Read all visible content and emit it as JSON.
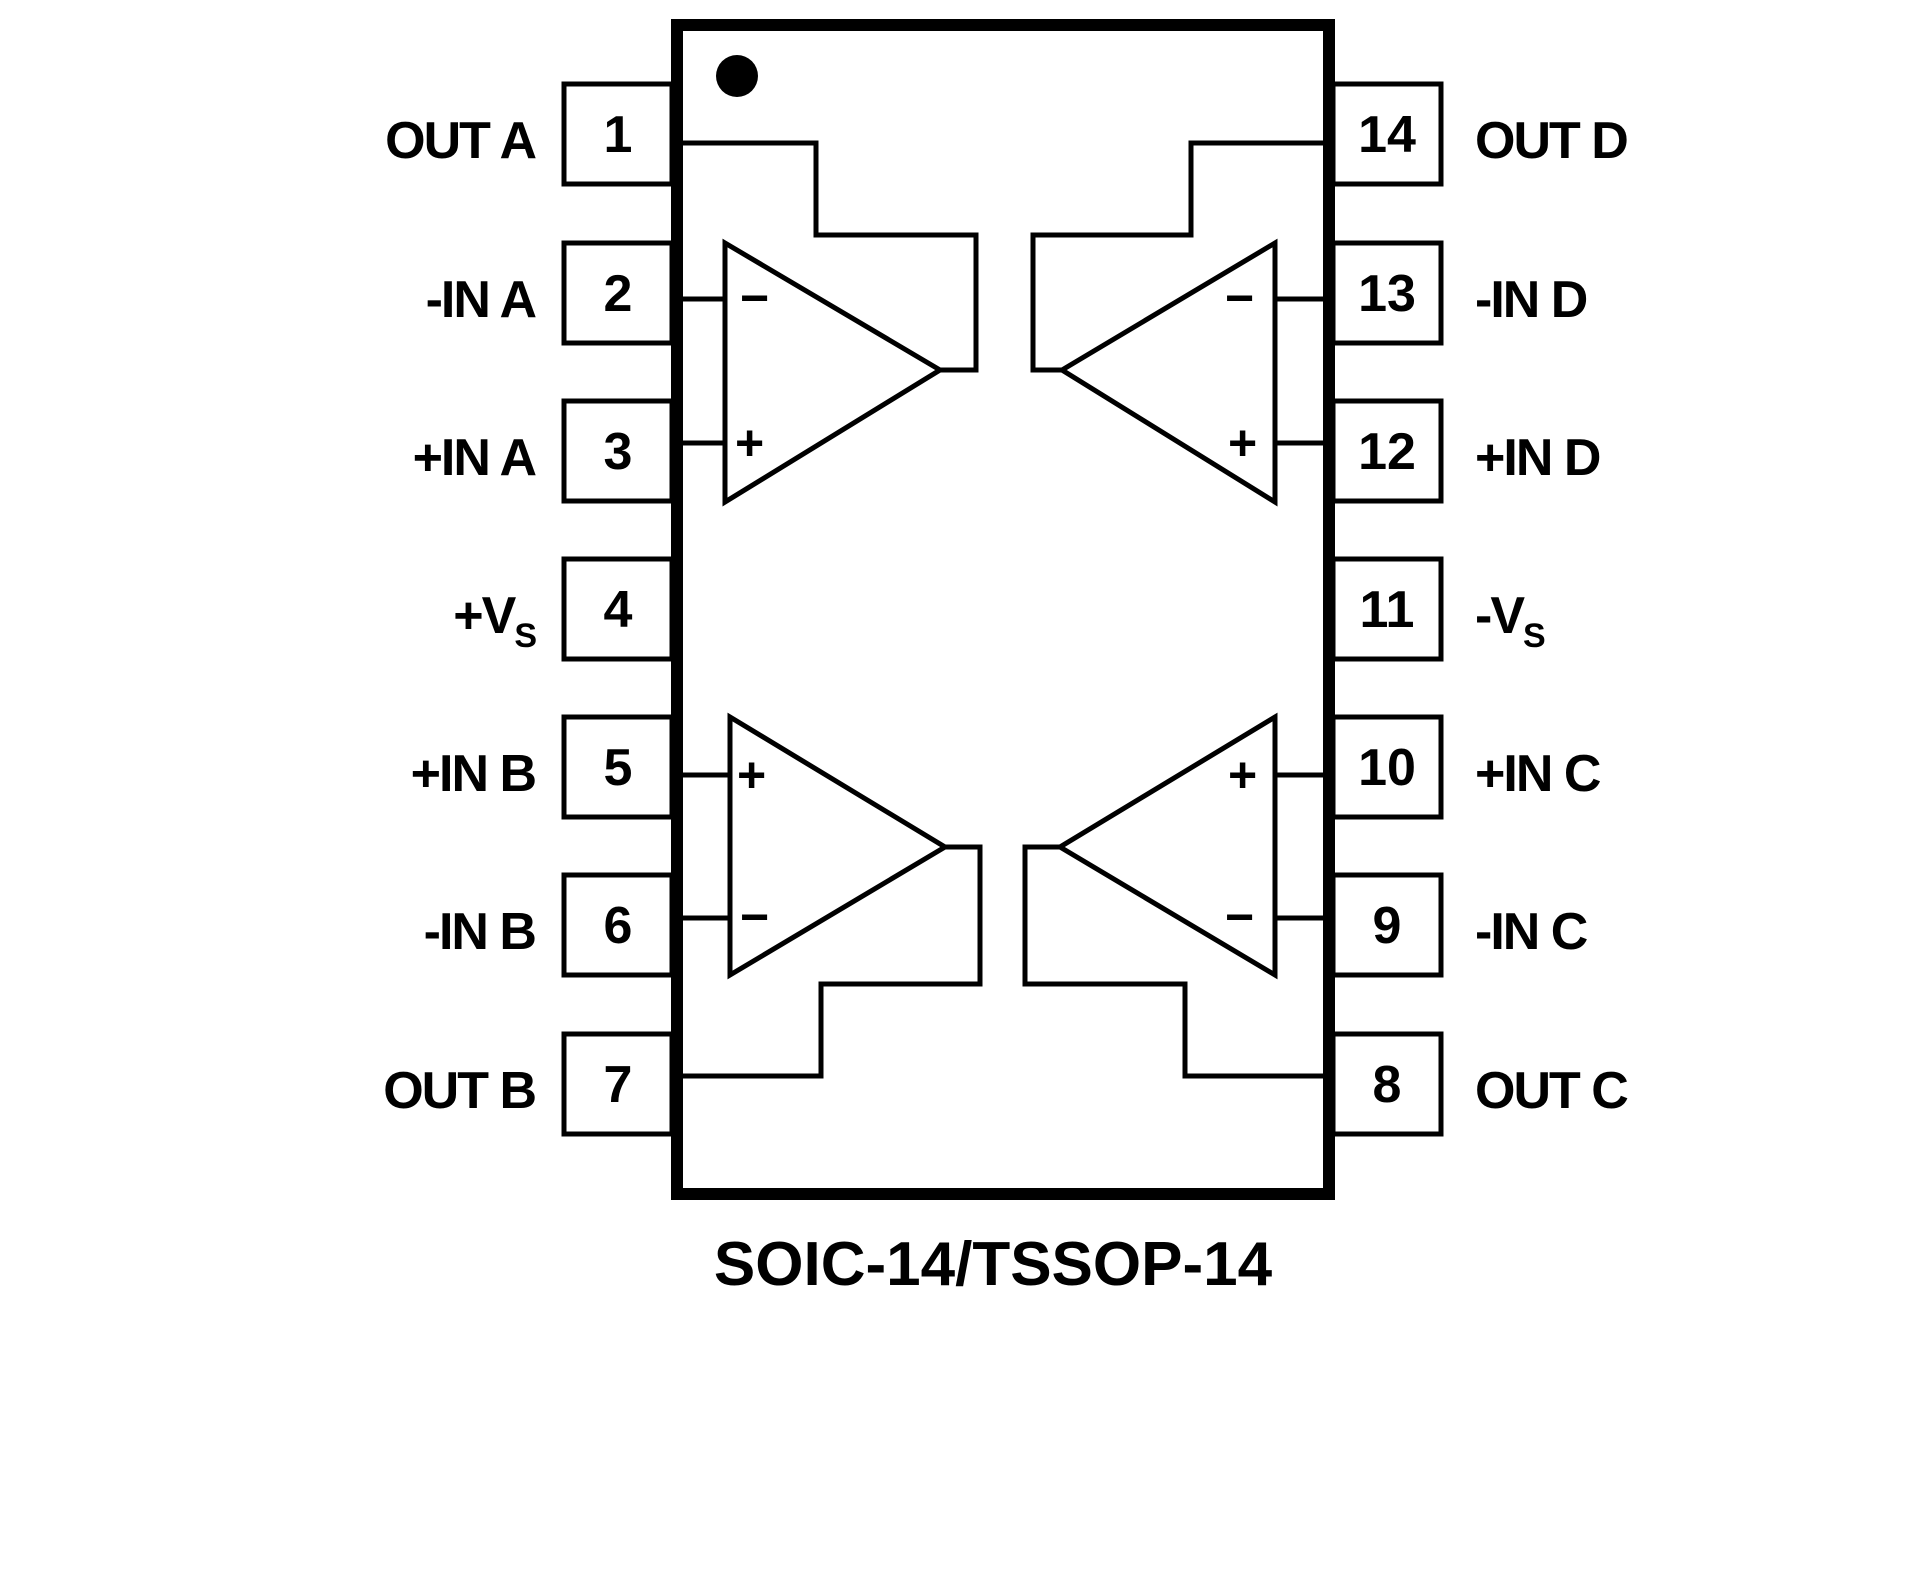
{
  "diagram": {
    "title": "SOIC-14/TSSOP-14",
    "pin1_marker": "pin-1-indicator-dot",
    "left_pins": [
      {
        "number": "1",
        "label": "OUT A"
      },
      {
        "number": "2",
        "label": "-IN A"
      },
      {
        "number": "3",
        "label": "+IN A"
      },
      {
        "number": "4",
        "label": "+V",
        "sub": "S"
      },
      {
        "number": "5",
        "label": "+IN B"
      },
      {
        "number": "6",
        "label": "-IN B"
      },
      {
        "number": "7",
        "label": "OUT B"
      }
    ],
    "right_pins": [
      {
        "number": "14",
        "label": "OUT D"
      },
      {
        "number": "13",
        "label": "-IN D"
      },
      {
        "number": "12",
        "label": "+IN D"
      },
      {
        "number": "11",
        "label": "-V",
        "sub": "S"
      },
      {
        "number": "10",
        "label": "+IN C"
      },
      {
        "number": "9",
        "label": "-IN C"
      },
      {
        "number": "8",
        "label": "OUT C"
      }
    ],
    "amplifiers": [
      {
        "name": "A",
        "top_input": "−",
        "bottom_input": "+"
      },
      {
        "name": "D",
        "top_input": "−",
        "bottom_input": "+"
      },
      {
        "name": "B",
        "top_input": "+",
        "bottom_input": "−"
      },
      {
        "name": "C",
        "top_input": "+",
        "bottom_input": "−"
      }
    ]
  }
}
